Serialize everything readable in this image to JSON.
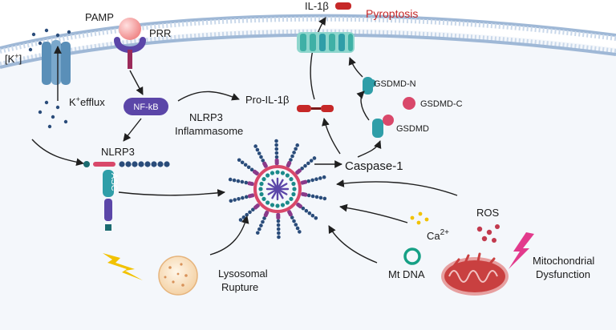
{
  "labels": {
    "pamp": "PAMP",
    "prr": "PRR",
    "k_plus": "[K",
    "k_plus_sup": "+",
    "k_plus_close": "]",
    "k_efflux_k": "K",
    "k_efflux_sup": "+",
    "k_efflux_rest": "efflux",
    "nfkb": "NF-kB",
    "nlrp3": "NLRP3",
    "asc": "ASC",
    "inflammasome_line1": "NLRP3",
    "inflammasome_line2": "Inflammasome",
    "pro_il1b": "Pro-IL-1β",
    "il1b": "IL-1β",
    "pyroptosis": "Pyroptosis",
    "gsdmd_n": "GSDMD-N",
    "gsdmd_c": "GSDMD-C",
    "gsdmd": "GSDMD",
    "caspase1": "Caspase-1",
    "ros": "ROS",
    "ca": "Ca",
    "ca_sup": "2+",
    "mtdna": "Mt DNA",
    "mito_line1": "Mitochondrial",
    "mito_line2": "Dysfunction",
    "lyso_line1": "Lysosomal",
    "lyso_line2": "Rupture"
  },
  "colors": {
    "membrane": "#9fb8d6",
    "cell": "#eef3f9",
    "nfkb": "#5b46a8",
    "channel": "#5a8fb8",
    "pore": "#3fb0a6",
    "gsdmd": "#2f9ea8",
    "caspase_red": "#c62828",
    "pyroptosis": "#c62828",
    "ros": "#c23a4e",
    "lightning_yellow": "#f2c200",
    "lightning_pink": "#e23a8c",
    "mtdna": "#16a085",
    "mito": "#c94040"
  },
  "icons": [
    "pamp-ball-icon",
    "prr-receptor-icon",
    "potassium-channel-icon",
    "nfkb-box-icon",
    "nlrp3-protein-icon",
    "asc-adaptor-icon",
    "inflammasome-icon",
    "pro-il1b-icon",
    "il1b-icon",
    "pore-icon",
    "gsdmd-icon",
    "calcium-icon",
    "ros-icon",
    "mtdna-icon",
    "mitochondrion-icon",
    "lightning-icon",
    "lysosome-icon"
  ]
}
